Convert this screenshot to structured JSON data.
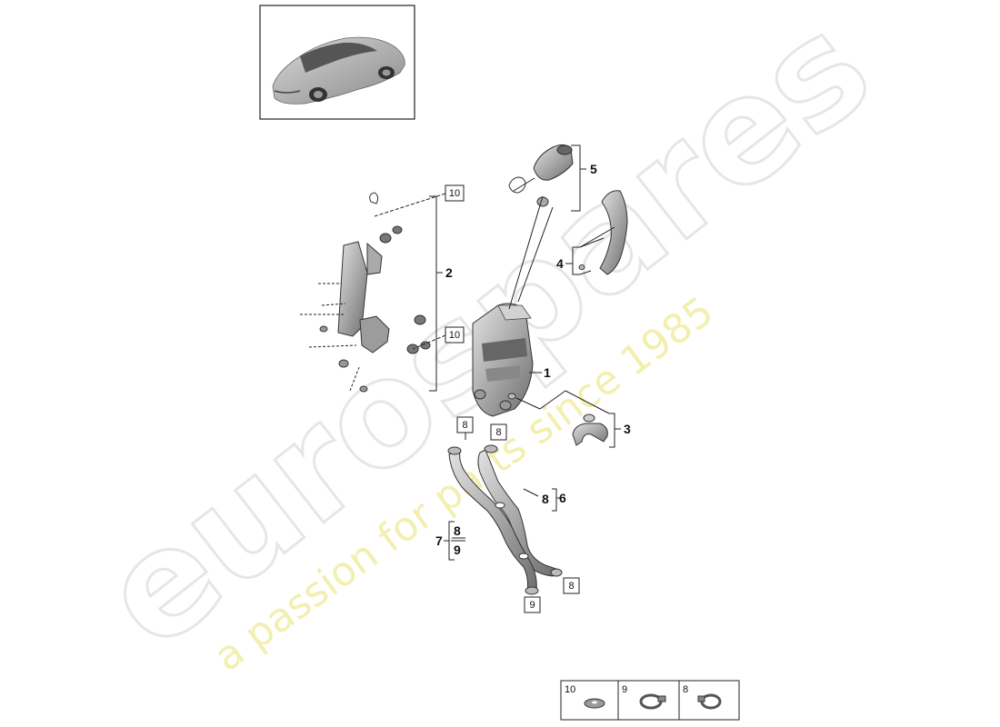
{
  "watermark": {
    "brand": "eurospares",
    "tagline": "a passion for parts since 1985"
  },
  "callouts": {
    "p1": "1",
    "p2": "2",
    "p3": "3",
    "p4": "4",
    "p5": "5",
    "p6": "6",
    "p7": "7"
  },
  "boxed_refs": {
    "ref_10_top": "10",
    "ref_10_mid": "10",
    "ref_8_left": "8",
    "ref_8_right": "8",
    "ref_6_8": "8",
    "ref_7_8": "8",
    "ref_7_9": "9",
    "ref_end_8": "8",
    "ref_end_9": "9"
  },
  "legend": {
    "cells": [
      {
        "number": "10",
        "icon": "washer-icon"
      },
      {
        "number": "9",
        "icon": "hose-clamp-icon"
      },
      {
        "number": "8",
        "icon": "hose-clamp-icon"
      }
    ]
  },
  "colors": {
    "part_fill": "#b9b9b9",
    "part_dark": "#7a7a7a",
    "watermark_gray": "#e6e6e6",
    "watermark_yellow": "#f3efb0"
  }
}
